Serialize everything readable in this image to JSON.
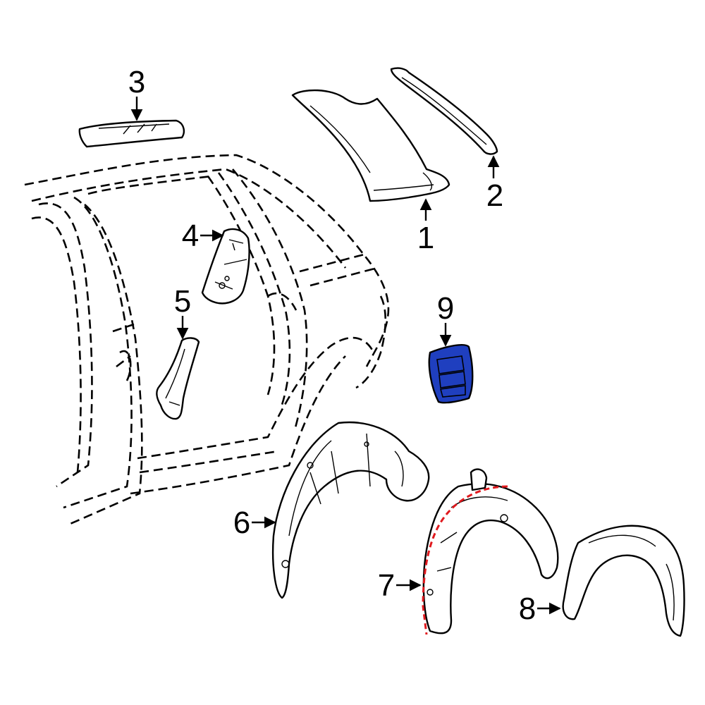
{
  "callouts": [
    {
      "id": "1",
      "label": "1"
    },
    {
      "id": "2",
      "label": "2"
    },
    {
      "id": "3",
      "label": "3"
    },
    {
      "id": "4",
      "label": "4"
    },
    {
      "id": "5",
      "label": "5"
    },
    {
      "id": "6",
      "label": "6"
    },
    {
      "id": "7",
      "label": "7"
    },
    {
      "id": "8",
      "label": "8"
    },
    {
      "id": "9",
      "label": "9"
    }
  ],
  "colors": {
    "background": "#ffffff",
    "line": "#000000",
    "highlight_fill": "#1f3fbf",
    "highlight_dashed_outline": "#e0191e"
  },
  "highlighted_parts": [
    "9",
    "7"
  ]
}
